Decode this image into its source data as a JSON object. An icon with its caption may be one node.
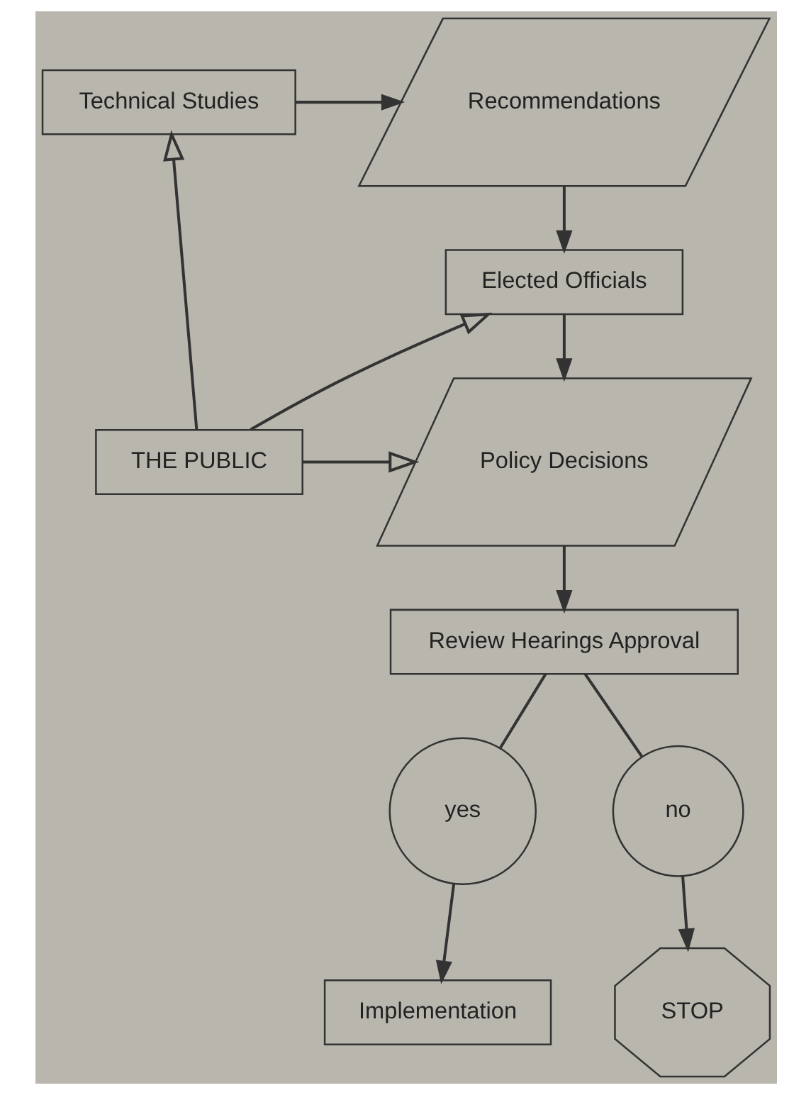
{
  "diagram": {
    "nodes": [
      {
        "text": [
          "Technical Studies"
        ]
      },
      {
        "text": [
          "Recommendations"
        ]
      },
      {
        "text": [
          "Elected Officials"
        ]
      },
      {
        "text": [
          "THE PUBLIC"
        ]
      },
      {
        "text": [
          "Policy Decisions"
        ]
      },
      {
        "text": [
          "Review Hearings Approval"
        ]
      },
      {
        "text": [
          "yes"
        ]
      },
      {
        "text": [
          "no"
        ]
      },
      {
        "text": [
          "Implementation"
        ]
      },
      {
        "text": [
          "STOP"
        ]
      }
    ],
    "edges": [
      {
        "from": 0,
        "to": 1,
        "arrow": "to"
      },
      {
        "from": 1,
        "to": 2,
        "arrow": "to"
      },
      {
        "from": 2,
        "to": 4,
        "arrow": "to"
      },
      {
        "from": 4,
        "to": 5,
        "arrow": "to"
      },
      {
        "from": 5,
        "to": 6,
        "arrow": "none"
      },
      {
        "from": 5,
        "to": 7,
        "arrow": "none"
      },
      {
        "from": 6,
        "to": 8,
        "arrow": "to"
      },
      {
        "from": 7,
        "to": 9,
        "arrow": "to"
      },
      {
        "from": 3,
        "to": 0,
        "arrow": "to"
      },
      {
        "from": 3,
        "to": 2,
        "arrow": "to"
      },
      {
        "from": 3,
        "to": 4,
        "arrow": "to"
      }
    ]
  }
}
